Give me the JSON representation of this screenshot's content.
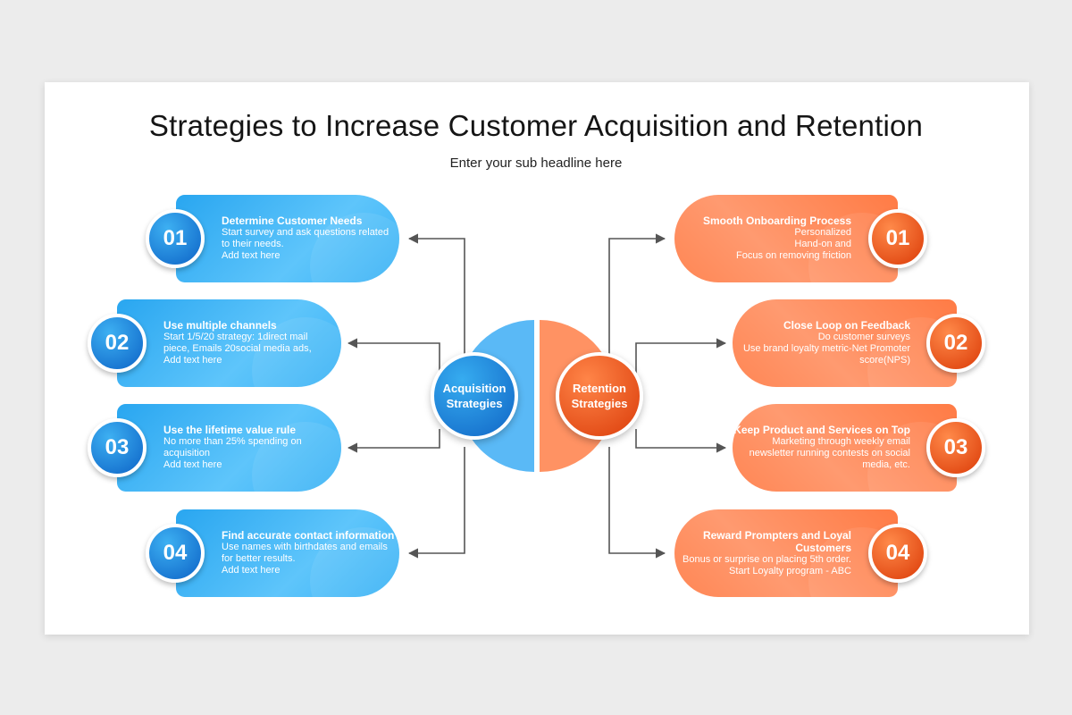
{
  "title": "Strategies to Increase Customer Acquisition and Retention",
  "subtitle": "Enter your sub headline here",
  "hubs": {
    "acquisition": [
      "Acquisition",
      "Strategies"
    ],
    "retention": [
      "Retention",
      "Strategies"
    ]
  },
  "acquisition_items": [
    {
      "number": "01",
      "title": "Determine Customer Needs",
      "lines": [
        "Start survey and ask questions related",
        "to their needs.",
        "Add text here"
      ]
    },
    {
      "number": "02",
      "title": "Use multiple channels",
      "lines": [
        "Start 1/5/20 strategy: 1direct mail",
        "piece, Emails 20social media ads,",
        "Add text here"
      ]
    },
    {
      "number": "03",
      "title": "Use the lifetime value rule",
      "lines": [
        "No more than 25% spending on",
        "acquisition",
        "Add text here"
      ]
    },
    {
      "number": "04",
      "title": "Find accurate contact information",
      "lines": [
        "Use names with birthdates and emails",
        "for better results.",
        "Add text here"
      ]
    }
  ],
  "retention_items": [
    {
      "number": "01",
      "title": "Smooth Onboarding Process",
      "lines": [
        "Personalized",
        "Hand-on and",
        "Focus on removing friction"
      ]
    },
    {
      "number": "02",
      "title": "Close Loop on Feedback",
      "lines": [
        "Do customer surveys",
        "Use brand loyalty metric-Net Promoter",
        "score(NPS)"
      ]
    },
    {
      "number": "03",
      "title": "Keep Product and Services on Top",
      "lines": [
        "Marketing through weekly email",
        "newsletter running contests on social",
        "media, etc."
      ]
    },
    {
      "number": "04",
      "title": "Reward Prompters and Loyal Customers",
      "lines": [
        "Bonus or surprise on placing 5th order.",
        "Start Loyalty program - ABC"
      ]
    }
  ],
  "colors": {
    "blue_accent": "#1f8fe6",
    "orange_accent": "#ff7a3d",
    "connector": "#555555"
  }
}
